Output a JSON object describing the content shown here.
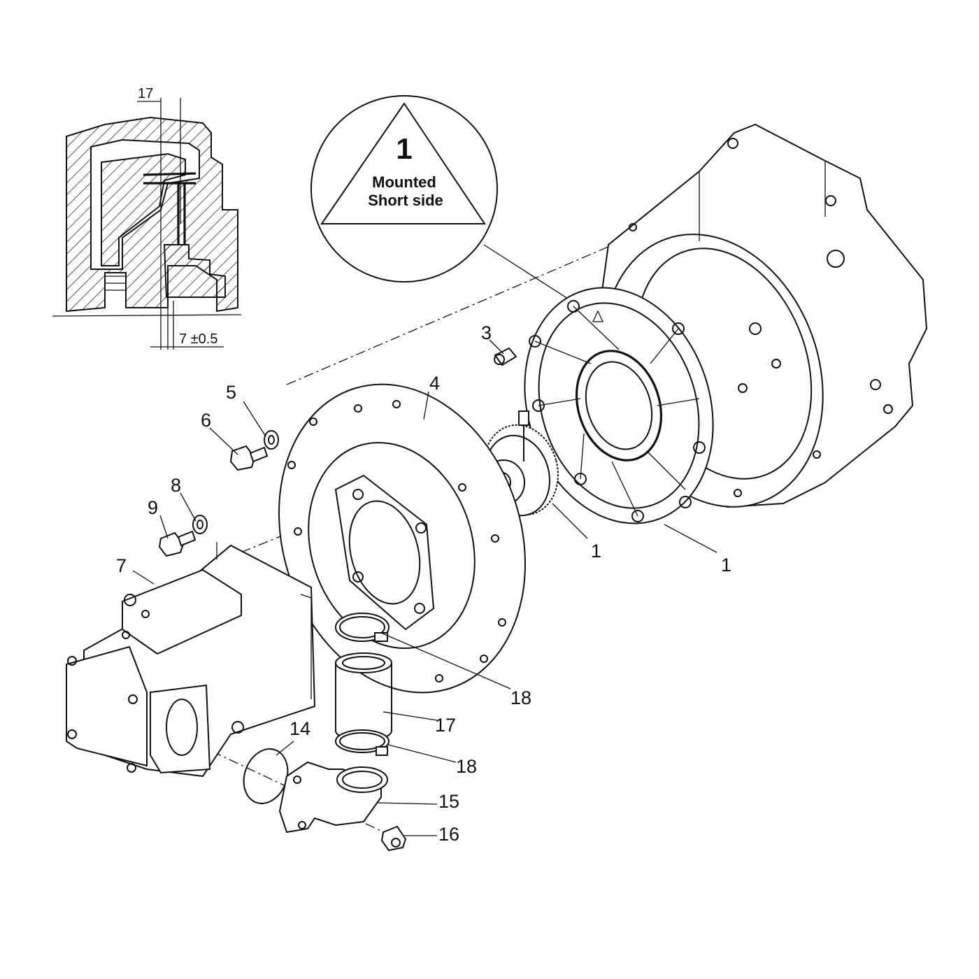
{
  "note": {
    "number": "1",
    "line1": "Mounted",
    "line2": "Short side"
  },
  "section": {
    "dim_top": "17",
    "dim_bottom": "7 ±0.5"
  },
  "callouts": [
    {
      "id": "c3",
      "text": "3"
    },
    {
      "id": "c4",
      "text": "4"
    },
    {
      "id": "c5",
      "text": "5"
    },
    {
      "id": "c6",
      "text": "6"
    },
    {
      "id": "c8",
      "text": "8"
    },
    {
      "id": "c9",
      "text": "9"
    },
    {
      "id": "c7",
      "text": "7"
    },
    {
      "id": "c1a",
      "text": "1"
    },
    {
      "id": "c1b",
      "text": "1"
    },
    {
      "id": "c18a",
      "text": "18"
    },
    {
      "id": "c17",
      "text": "17"
    },
    {
      "id": "c18b",
      "text": "18"
    },
    {
      "id": "c14",
      "text": "14"
    },
    {
      "id": "c15",
      "text": "15"
    },
    {
      "id": "c16",
      "text": "16"
    }
  ],
  "colors": {
    "line": "#111111",
    "background": "#ffffff",
    "sleeve_fill": "#a9a9a9"
  }
}
